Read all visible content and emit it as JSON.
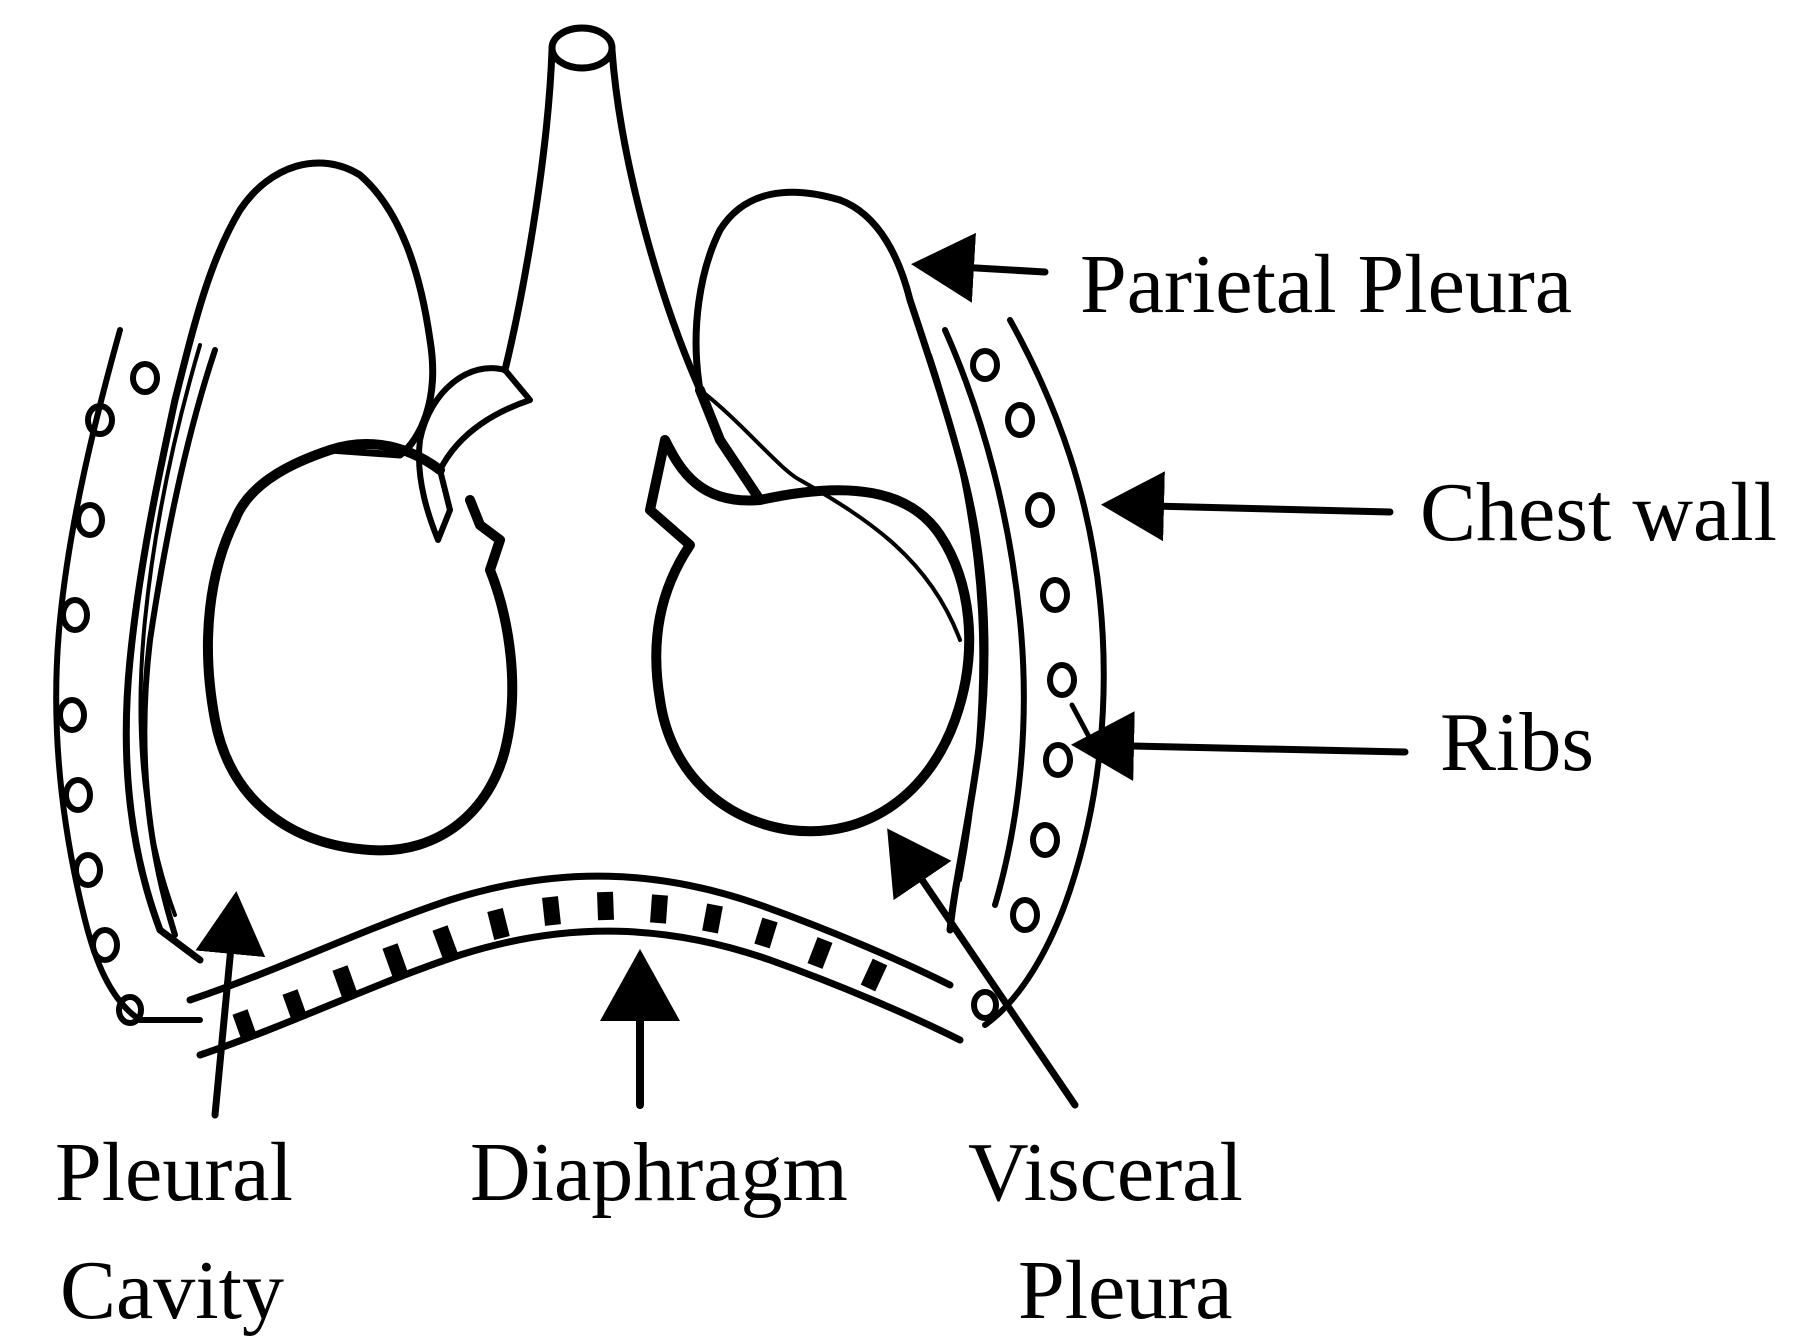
{
  "diagram": {
    "labels": {
      "parietal_pleura": "Parietal Pleura",
      "chest_wall": "Chest wall",
      "ribs": "Ribs",
      "pleural_cavity_line1": "Pleural",
      "pleural_cavity_line2": "Cavity",
      "diaphragm": "Diaphragm",
      "visceral_pleura_line1": "Visceral",
      "visceral_pleura_line2": "Pleura"
    },
    "colors": {
      "stroke": "#000000",
      "background": "#ffffff"
    }
  }
}
